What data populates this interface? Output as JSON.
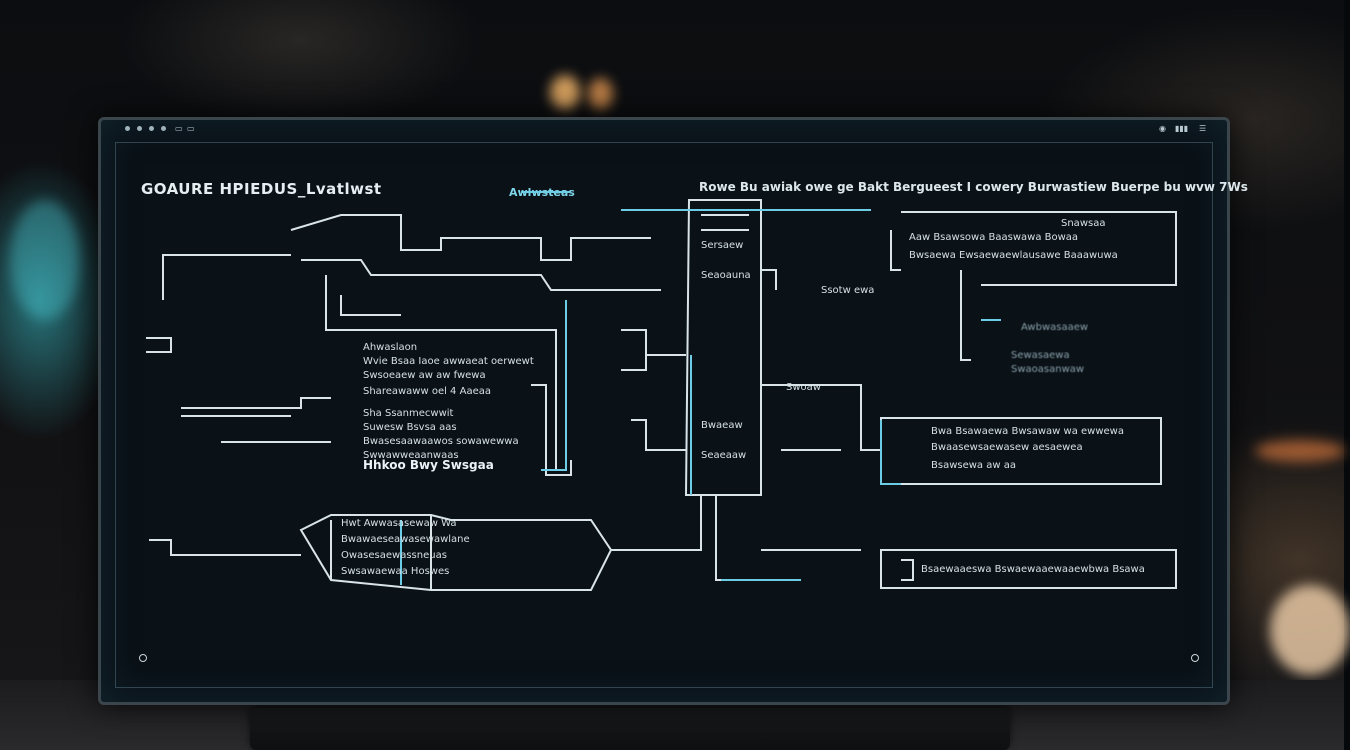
{
  "monitor": {
    "title": "GOAURE HPIEDUS_Lvatlwst",
    "subtitle": "Awlwsteas",
    "header_text": "Rowe Bu awiak owe ge Bakt Bergueest I cowery Burwastiew Buerpe bu wvw 7Ws"
  },
  "left_labels": [
    "Ahwaslaon",
    "Wvie Bsaa Iaoe awwaeat oerwewt",
    "Swsoeaew aw aw fwewa",
    "Shareawaww oel 4 Aaeaa",
    "Sha Ssanmecwwit",
    "Suwesw Bsvsa aas",
    "Bwasesaawaawos sowawewwa",
    "Swwawweaanwaas"
  ],
  "left_emphasis": "Hhkoo Bwy Swsgaa",
  "lower_labels": [
    "Hwt Awwasasewaw Wa",
    "Bwawaeseawasewawlane",
    "Owasesaewassneuas",
    "Swsawaewaa Hoswes"
  ],
  "center_labels": [
    "Sersaew",
    "Seaoauna",
    "Bwaeaw",
    "Seaeaaw",
    "Swoaw"
  ],
  "right_labels": [
    "Snawsaa",
    "Aaw Bsawsowa Baaswawa Bowaa",
    "Bwsaewa Ewsaewaewlausawe Baaawuwa",
    "Ssotw ewa"
  ],
  "blurred_labels": [
    "Awbwasaaew",
    "Sewasaewa",
    "Swaoasanwaw"
  ],
  "panel_right_mid": [
    "Bwa Bsawaewa Bwsawaw wa ewwewa",
    "Bwaasewsaewasew aesaewea",
    "Bsawsewa aw aa"
  ],
  "panel_right_low": "Bsaewaaeswa Bswaewaaewaaewbwa Bsawa"
}
